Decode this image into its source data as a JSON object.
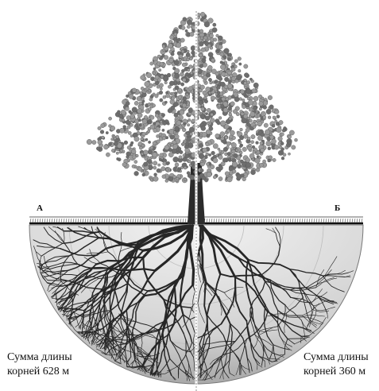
{
  "labels": {
    "left_marker": "А",
    "right_marker": "Б",
    "left_caption_line1": "Сумма длины",
    "left_caption_line2": "корней 628 м",
    "right_caption_line1": "Сумма длины",
    "right_caption_line2": "корней 360 м"
  },
  "colors": {
    "foliage": "#9a9a9a",
    "foliage_dark": "#6e6e6e",
    "trunk": "#2a2a2a",
    "roots": "#262626",
    "soil_light": "#ececec",
    "soil_dark": "#b8b8b8",
    "divider": "#ffffff",
    "ground_line": "#111111"
  }
}
